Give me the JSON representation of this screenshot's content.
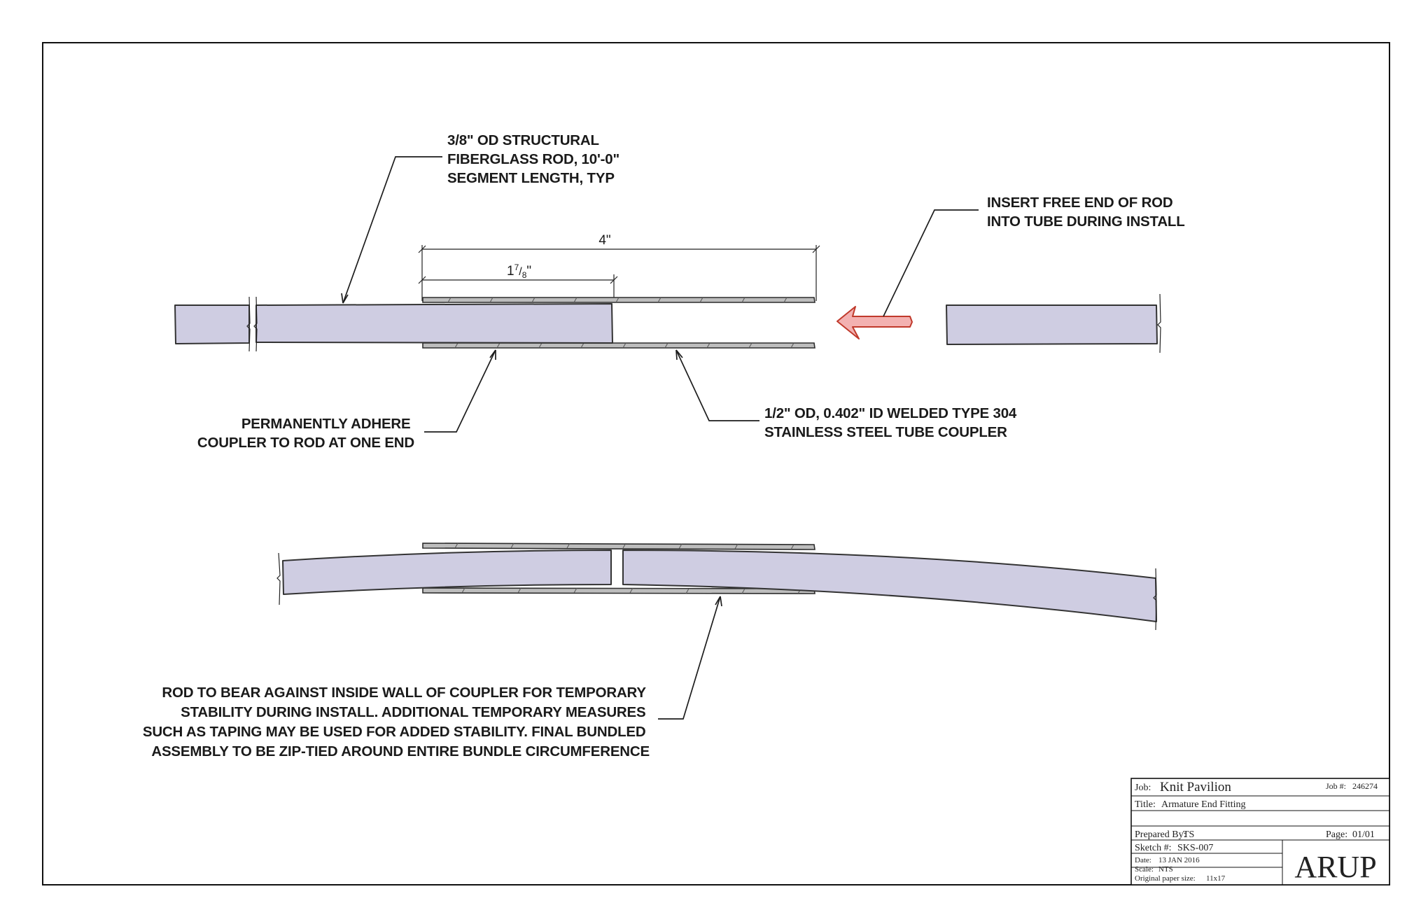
{
  "notes": {
    "rod_spec": [
      "3/8\" OD STRUCTURAL",
      "FIBERGLASS ROD, 10'-0\"",
      "SEGMENT LENGTH, TYP"
    ],
    "insert": [
      "INSERT FREE END OF ROD",
      "INTO TUBE DURING INSTALL"
    ],
    "adhere": [
      "PERMANENTLY ADHERE",
      "COUPLER TO ROD AT ONE END"
    ],
    "tube_spec": [
      "1/2\" OD, 0.402\" ID WELDED TYPE 304",
      "STAINLESS STEEL TUBE COUPLER"
    ],
    "bear": [
      "ROD TO BEAR AGAINST INSIDE WALL OF COUPLER FOR TEMPORARY",
      "STABILITY DURING INSTALL. ADDITIONAL TEMPORARY MEASURES",
      "SUCH AS TAPING MAY BE USED FOR ADDED STABILITY. FINAL BUNDLED",
      "ASSEMBLY TO BE ZIP-TIED AROUND ENTIRE BUNDLE CIRCUMFERENCE"
    ]
  },
  "dimensions": {
    "overall": "4\"",
    "insert_whole": "1",
    "insert_num": "7",
    "insert_den": "8",
    "insert_inch": "\""
  },
  "title_block": {
    "job_label": "Job:",
    "job_value": "Knit Pavilion",
    "job_no_label": "Job #:",
    "job_no_value": "246274",
    "title_label": "Title:",
    "title_value": "Armature End Fitting",
    "prepared_label": "Prepared By:",
    "prepared_value": "TS",
    "page_label": "Page:",
    "page_value": "01/01",
    "sketch_label": "Sketch #:",
    "sketch_value": "SKS-007",
    "date_label": "Date:",
    "date_value": "13 JAN 2016",
    "scale_label": "Scale:",
    "scale_value": "NTS",
    "paper_label": "Original paper size:",
    "paper_value": "11x17",
    "logo": "ARUP"
  },
  "colors": {
    "rod_fill": "#cfcde2",
    "tube_fill": "#bdbdbd",
    "arrow_fill": "#f3b1b1",
    "arrow_stroke": "#c0392b"
  }
}
